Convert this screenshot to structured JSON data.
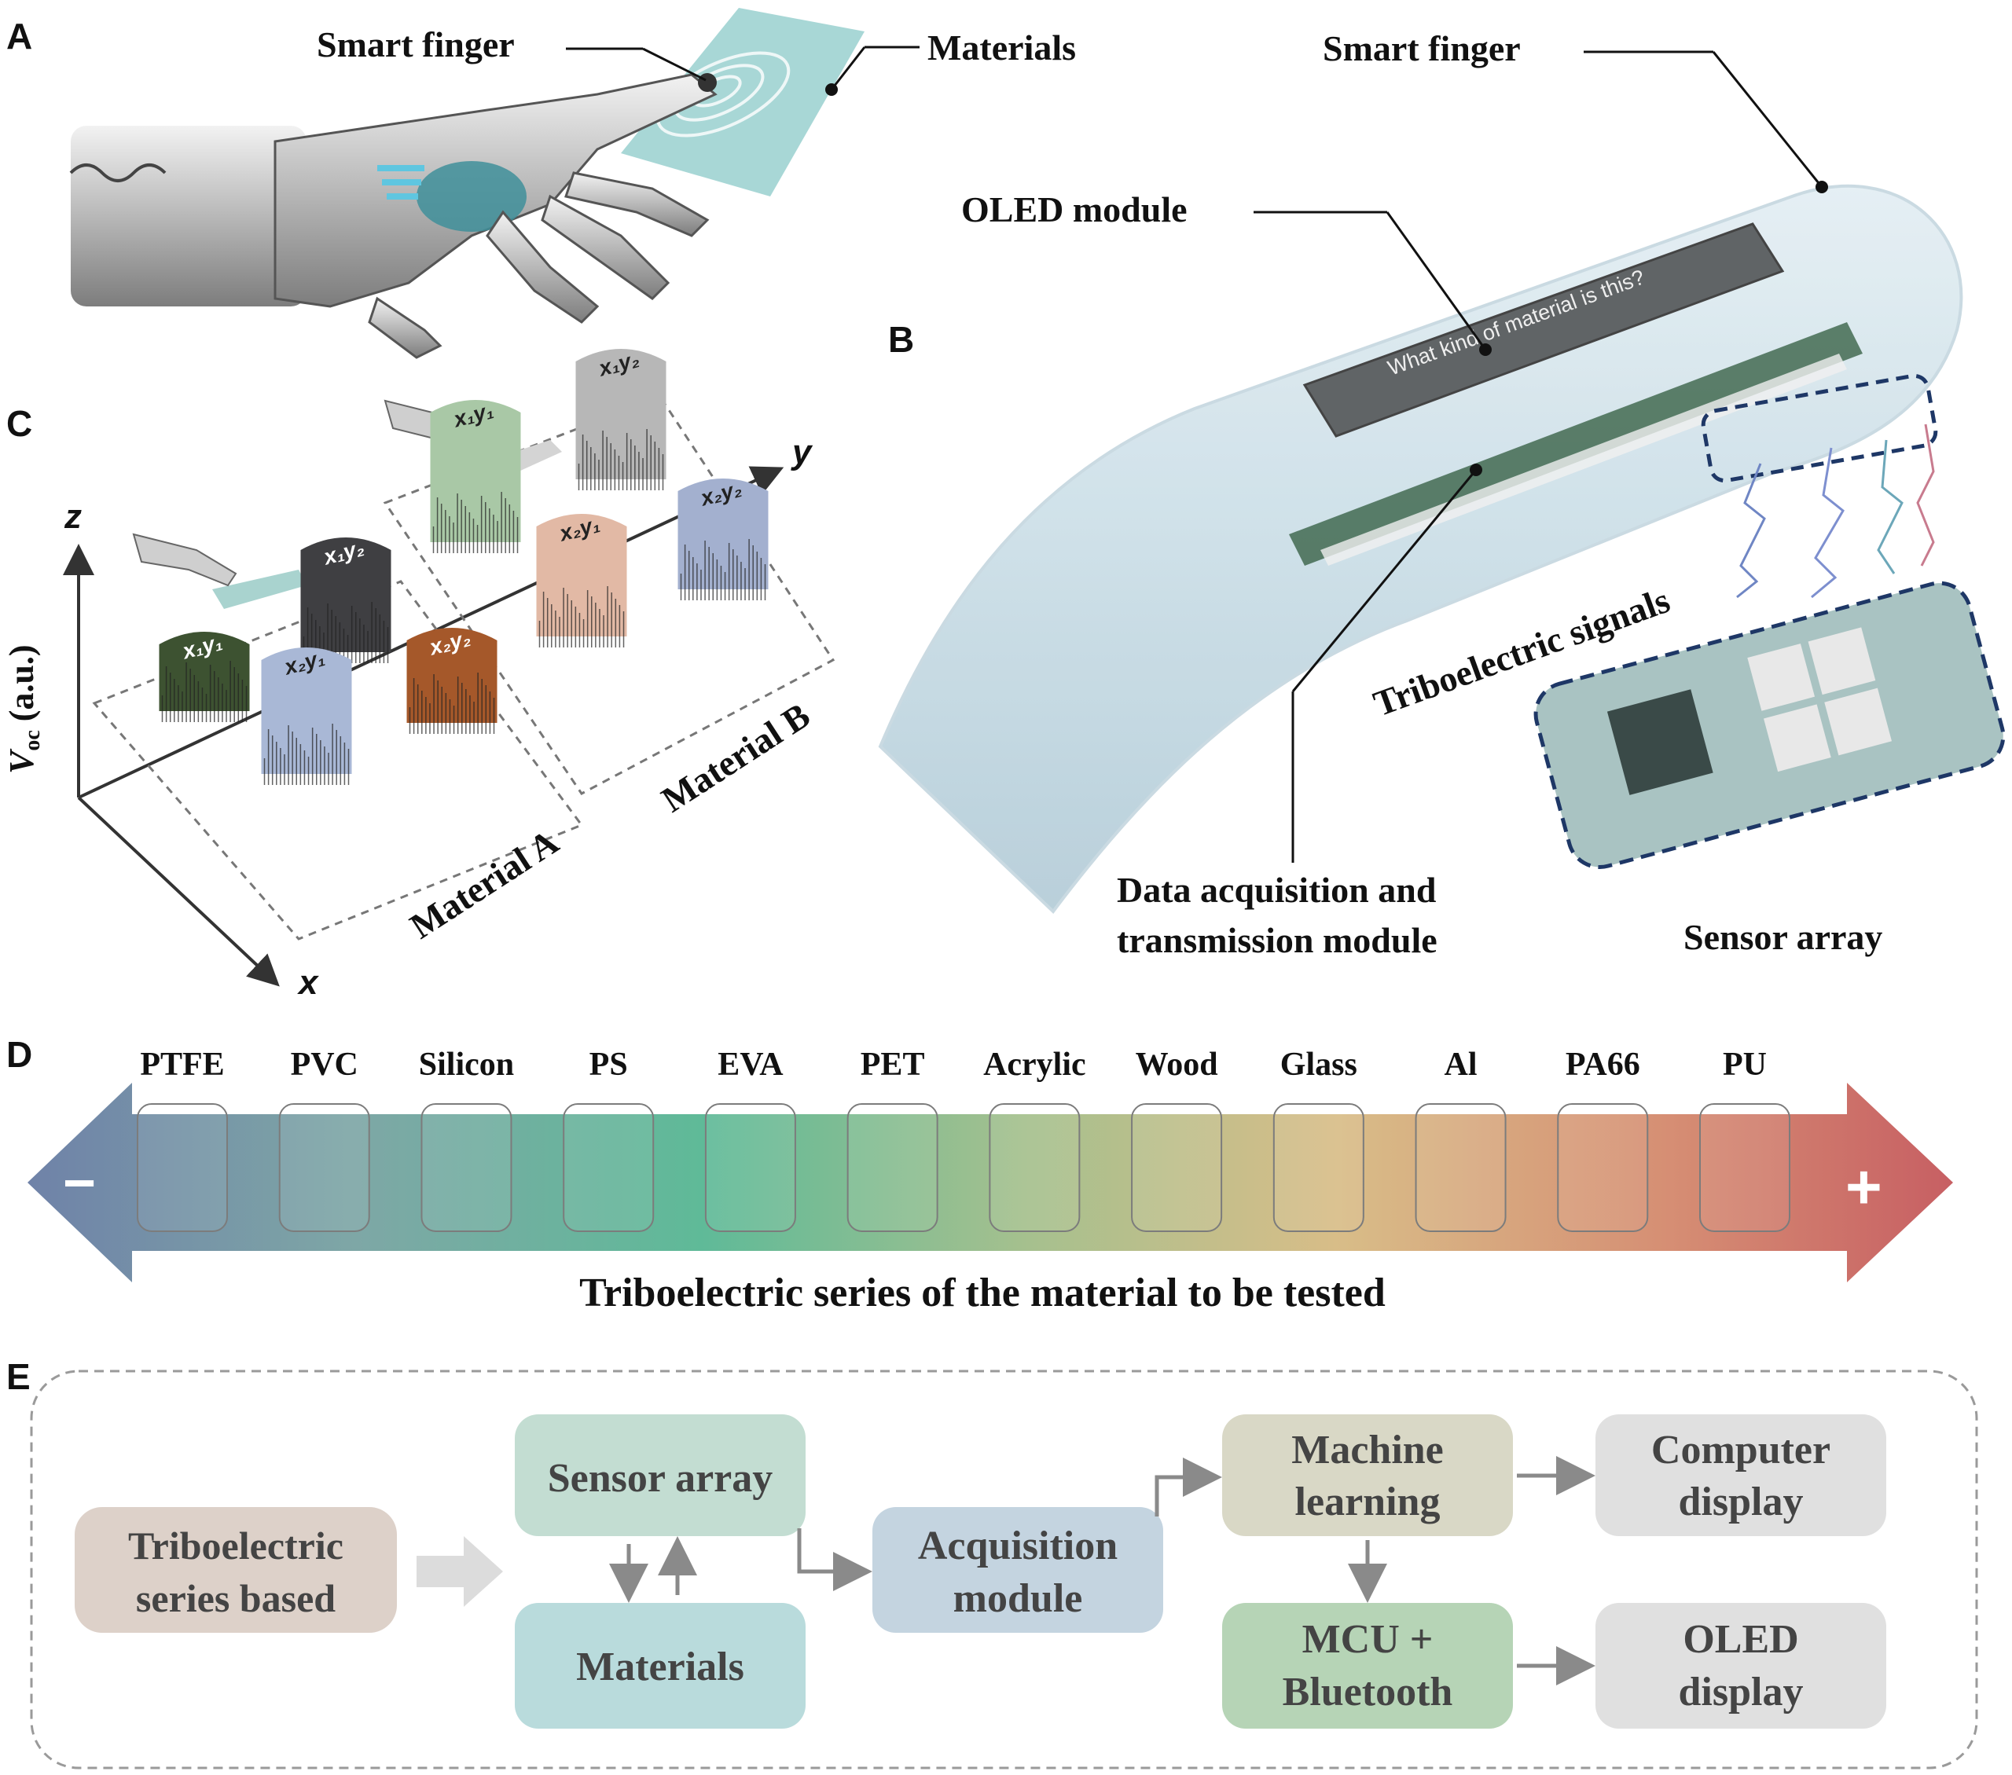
{
  "panels": {
    "a": "A",
    "b": "B",
    "c": "C",
    "d": "D",
    "e": "E"
  },
  "panel_a": {
    "smart_finger": "Smart finger",
    "materials": "Materials"
  },
  "panel_b": {
    "smart_finger": "Smart finger",
    "oled_module": "OLED module",
    "oled_screen_text": "What kind of material is this?",
    "triboelectric_signals": "Triboelectric signals",
    "daq_line1": "Data acquisition and",
    "daq_line2": "transmission module",
    "sensor_array": "Sensor array"
  },
  "panel_c": {
    "axis_z": "z",
    "axis_y": "y",
    "axis_x": "x",
    "voc_label": "V",
    "voc_sub": "oc",
    "voc_unit": " (a.u.)",
    "material_a": "Material A",
    "material_b": "Material B",
    "blocks": [
      {
        "label": "x₁y₁",
        "color": "#3d5231",
        "group": "A"
      },
      {
        "label": "x₁y₂",
        "color": "#3f3f42",
        "group": "A"
      },
      {
        "label": "x₂y₁",
        "color": "#a9b8d6",
        "group": "A"
      },
      {
        "label": "x₂y₂",
        "color": "#a5582a",
        "group": "A"
      },
      {
        "label": "x₁y₁",
        "color": "#a9c8a6",
        "group": "B"
      },
      {
        "label": "x₁y₂",
        "color": "#b7b7b7",
        "group": "B"
      },
      {
        "label": "x₂y₁",
        "color": "#e2b9a5",
        "group": "B"
      },
      {
        "label": "x₂y₂",
        "color": "#a3b0cf",
        "group": "B"
      }
    ]
  },
  "panel_d": {
    "materials": [
      "PTFE",
      "PVC",
      "Silicon",
      "PS",
      "EVA",
      "PET",
      "Acrylic",
      "Wood",
      "Glass",
      "Al",
      "PA66",
      "PU"
    ],
    "minus": "−",
    "plus": "+",
    "caption": "Triboelectric series of the material to be tested",
    "colors": [
      "#6f82a8",
      "#80a8a8",
      "#5fba98",
      "#a6c08e",
      "#d9bd8a",
      "#d68f74",
      "#c75f63"
    ]
  },
  "panel_e": {
    "tribo_line1": "Triboelectric",
    "tribo_line2": "series based",
    "sensor_array": "Sensor array",
    "materials": "Materials",
    "acq_line1": "Acquisition",
    "acq_line2": "module",
    "ml_line1": "Machine",
    "ml_line2": "learning",
    "mcu_line1": "MCU +",
    "mcu_line2": "Bluetooth",
    "comp_line1": "Computer",
    "comp_line2": "display",
    "oled_line1": "OLED",
    "oled_line2": "display"
  }
}
